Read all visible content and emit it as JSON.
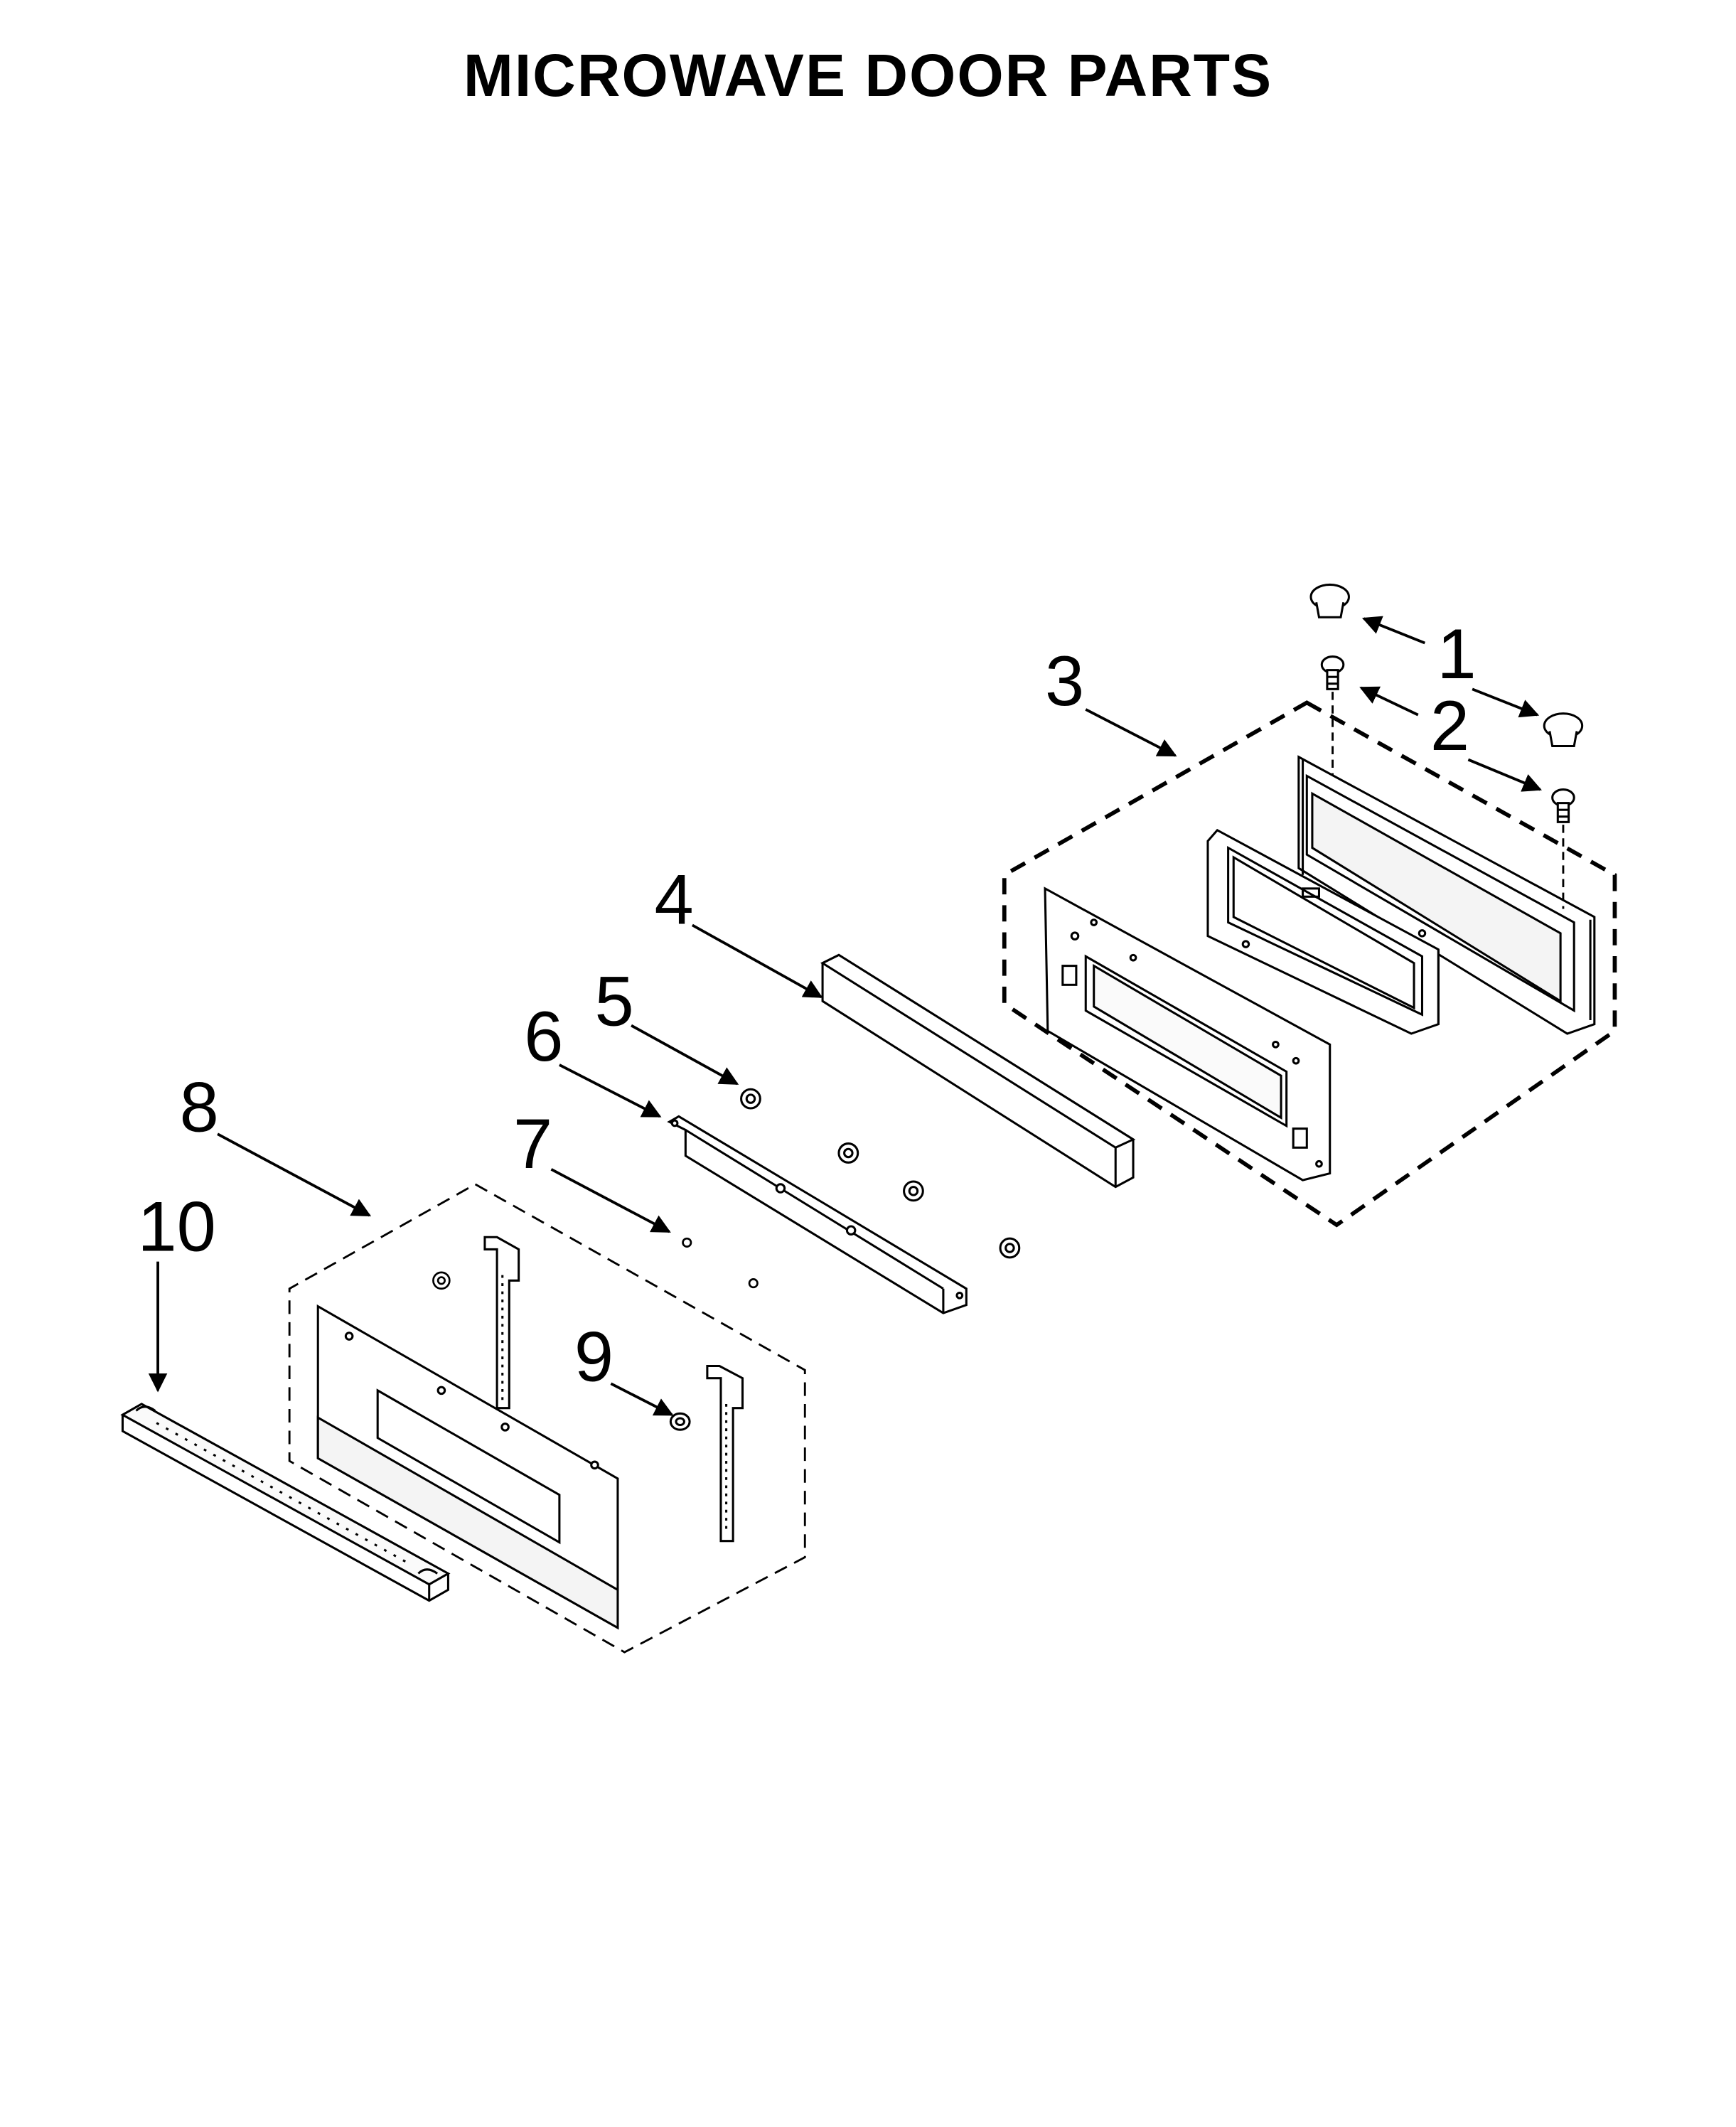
{
  "title": "MICROWAVE DOOR PARTS",
  "callouts": [
    {
      "id": "1",
      "label": "1"
    },
    {
      "id": "2",
      "label": "2"
    },
    {
      "id": "3",
      "label": "3"
    },
    {
      "id": "4",
      "label": "4"
    },
    {
      "id": "5",
      "label": "5"
    },
    {
      "id": "6",
      "label": "6"
    },
    {
      "id": "7",
      "label": "7"
    },
    {
      "id": "8",
      "label": "8"
    },
    {
      "id": "9",
      "label": "9"
    },
    {
      "id": "10",
      "label": "10"
    }
  ],
  "colors": {
    "line": "#000000",
    "background": "#ffffff",
    "shade": "#d0d0d0"
  }
}
